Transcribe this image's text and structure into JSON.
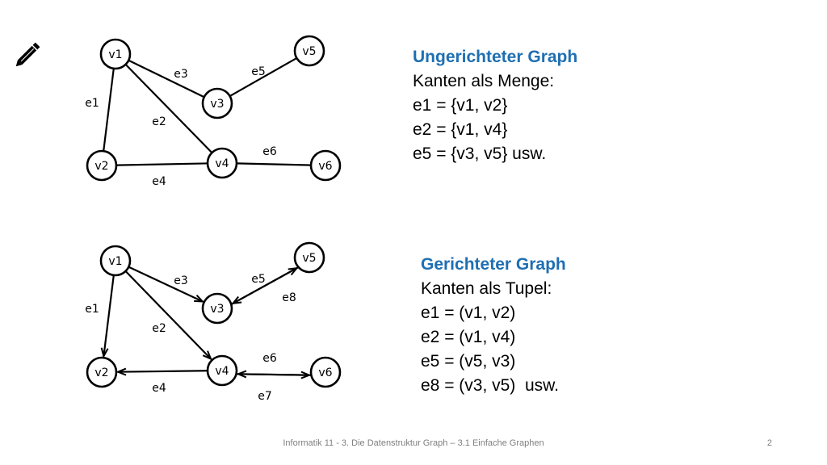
{
  "icons": {
    "pencil": "pencil-icon"
  },
  "undirected": {
    "heading": "Ungerichteter Graph",
    "lines": [
      "Kanten als Menge:",
      "e1 = {v1, v2}",
      "e2 = {v1, v4}",
      "e5 = {v3, v5} usw."
    ],
    "nodes": [
      {
        "id": "v1",
        "label": "v1"
      },
      {
        "id": "v2",
        "label": "v2"
      },
      {
        "id": "v3",
        "label": "v3"
      },
      {
        "id": "v4",
        "label": "v4"
      },
      {
        "id": "v5",
        "label": "v5"
      },
      {
        "id": "v6",
        "label": "v6"
      }
    ],
    "edges": [
      {
        "label": "e1",
        "from": "v1",
        "to": "v2"
      },
      {
        "label": "e2",
        "from": "v1",
        "to": "v4"
      },
      {
        "label": "e3",
        "from": "v1",
        "to": "v3"
      },
      {
        "label": "e4",
        "from": "v2",
        "to": "v4"
      },
      {
        "label": "e5",
        "from": "v3",
        "to": "v5"
      },
      {
        "label": "e6",
        "from": "v4",
        "to": "v6"
      }
    ]
  },
  "directed": {
    "heading": "Gerichteter Graph",
    "lines": [
      "Kanten als Tupel:",
      "e1 = (v1, v2)",
      "e2 = (v1, v4)",
      "e5 = (v5, v3)",
      "e8 = (v3, v5)  usw."
    ],
    "nodes": [
      {
        "id": "v1",
        "label": "v1"
      },
      {
        "id": "v2",
        "label": "v2"
      },
      {
        "id": "v3",
        "label": "v3"
      },
      {
        "id": "v4",
        "label": "v4"
      },
      {
        "id": "v5",
        "label": "v5"
      },
      {
        "id": "v6",
        "label": "v6"
      }
    ],
    "edges": [
      {
        "label": "e1",
        "from": "v1",
        "to": "v2"
      },
      {
        "label": "e2",
        "from": "v1",
        "to": "v4"
      },
      {
        "label": "e3",
        "from": "v1",
        "to": "v3"
      },
      {
        "label": "e4",
        "from": "v4",
        "to": "v2"
      },
      {
        "label": "e5",
        "from": "v5",
        "to": "v3"
      },
      {
        "label": "e6",
        "from": "v6",
        "to": "v4"
      },
      {
        "label": "e7",
        "from": "v4",
        "to": "v6"
      },
      {
        "label": "e8",
        "from": "v3",
        "to": "v5"
      }
    ]
  },
  "footer": {
    "text": "Informatik 11 - 3. Die Datenstruktur Graph – 3.1 Einfache Graphen",
    "page": "2"
  }
}
